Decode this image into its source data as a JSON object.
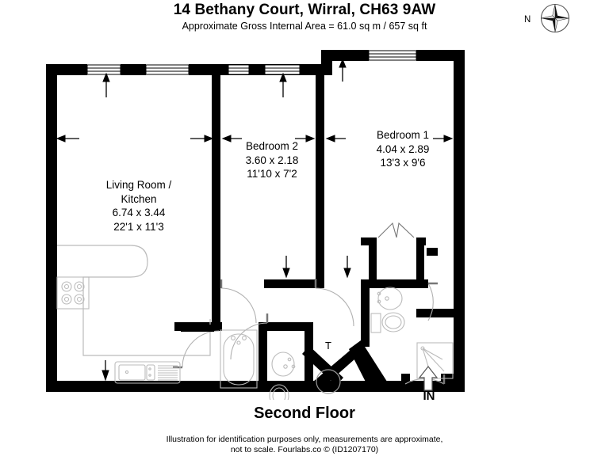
{
  "header": {
    "title": "14 Bethany Court, Wirral, CH63 9AW",
    "subtitle": "Approximate Gross Internal Area = 61.0 sq m / 657 sq ft"
  },
  "compass": {
    "north_label": "N",
    "icon": "compass-rose-icon"
  },
  "floor": {
    "label": "Second Floor"
  },
  "footer": {
    "line1": "Illustration for identification purposes only, measurements are approximate,",
    "line2": "not to scale. Fourlabs.co © (ID1207170)"
  },
  "rooms": [
    {
      "key": "living_kitchen",
      "name_line1": "Living Room /",
      "name_line2": "Kitchen",
      "metric": "6.74 x 3.44",
      "imperial": "22'1 x 11'3"
    },
    {
      "key": "bedroom_2",
      "name_line1": "Bedroom 2",
      "name_line2": "",
      "metric": "3.60 x 2.18",
      "imperial": "11'10 x 7'2"
    },
    {
      "key": "bedroom_1",
      "name_line1": "Bedroom 1",
      "name_line2": "",
      "metric": "4.04 x 2.89",
      "imperial": "13'3 x 9'6"
    }
  ],
  "markers": {
    "entrance_label": "IN",
    "tank_label": "T"
  },
  "fixtures": [
    "bathtub",
    "wc-bathroom",
    "basin-bathroom",
    "wc-ensuite",
    "basin-ensuite",
    "shower-cubicle",
    "kitchen-hob",
    "kitchen-sink",
    "kitchen-counter",
    "wardrobe-bedroom1"
  ],
  "colors": {
    "wall": "#000000",
    "fixture_outline": "#9a9a9a",
    "background": "#ffffff",
    "text": "#000000"
  }
}
